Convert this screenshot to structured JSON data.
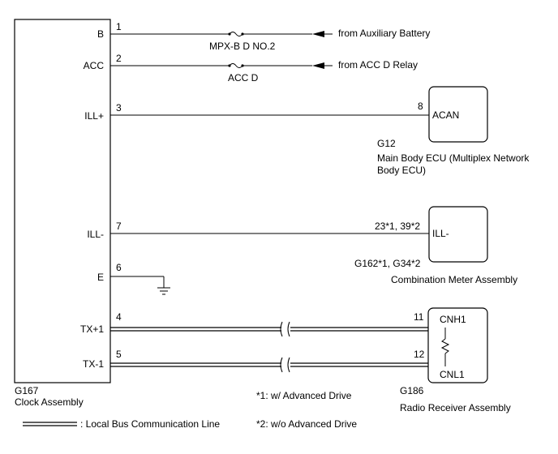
{
  "clock": {
    "id": "G167",
    "name": "Clock Assembly",
    "terminals": [
      {
        "label": "B",
        "pin": "1"
      },
      {
        "label": "ACC",
        "pin": "2"
      },
      {
        "label": "ILL+",
        "pin": "3"
      },
      {
        "label": "ILL-",
        "pin": "7"
      },
      {
        "label": "E",
        "pin": "6"
      },
      {
        "label": "TX+1",
        "pin": "4"
      },
      {
        "label": "TX-1",
        "pin": "5"
      }
    ]
  },
  "fuses": [
    {
      "name": "MPX-B D NO.2",
      "source": "from Auxiliary Battery"
    },
    {
      "name": "ACC D",
      "source": "from ACC D Relay"
    }
  ],
  "ecu": {
    "id": "G12",
    "name": "Main Body ECU (Multiplex Network",
    "name2": "Body ECU)",
    "pin": "8",
    "terminal": "ACAN"
  },
  "meter": {
    "id": "G162*1, G34*2",
    "name": "Combination Meter Assembly",
    "pin": "23*1, 39*2",
    "terminal": "ILL-"
  },
  "radio": {
    "id": "G186",
    "name": "Radio Receiver Assembly",
    "pins": [
      {
        "pin": "11",
        "terminal": "CNH1"
      },
      {
        "pin": "12",
        "terminal": "CNL1"
      }
    ]
  },
  "notes": {
    "note1": "*1: w/ Advanced Drive",
    "note2": "*2: w/o Advanced Drive"
  },
  "legend": {
    "label": ": Local Bus Communication Line"
  }
}
